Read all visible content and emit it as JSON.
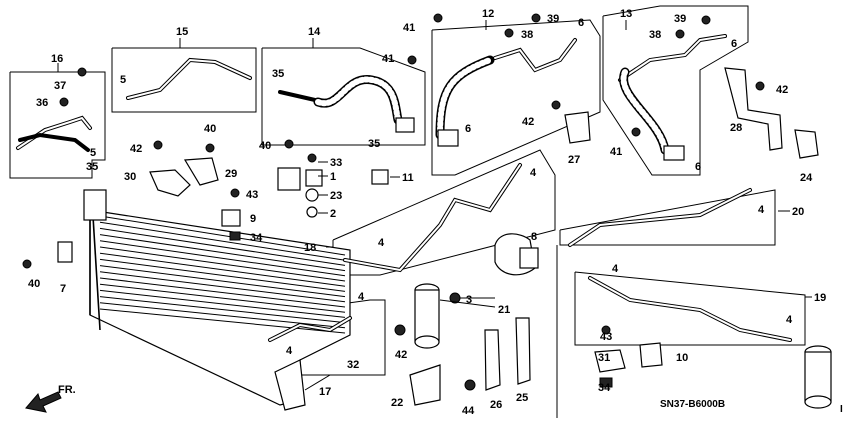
{
  "diagram": {
    "part_code": "SN37-B6000B",
    "direction_label": "FR.",
    "callouts": {
      "c1": "1",
      "c2": "2",
      "c3": "3",
      "c4a": "4",
      "c4b": "4",
      "c4c": "4",
      "c4d": "4",
      "c4e": "4",
      "c4f": "4",
      "c4g": "4",
      "c5a": "5",
      "c5b": "5",
      "c6a": "6",
      "c6b": "6",
      "c6c": "6",
      "c6d": "6",
      "c7": "7",
      "c8": "8",
      "c9": "9",
      "c10": "10",
      "c11": "11",
      "c12": "12",
      "c13": "13",
      "c14": "14",
      "c15": "15",
      "c16": "16",
      "c17": "17",
      "c18": "18",
      "c19": "19",
      "c20": "20",
      "c21": "21",
      "c22": "22",
      "c23": "23",
      "c24": "24",
      "c25": "25",
      "c26": "26",
      "c27": "27",
      "c28": "28",
      "c29": "29",
      "c30": "30",
      "c31": "31",
      "c32": "32",
      "c33": "33",
      "c34a": "34",
      "c34b": "34",
      "c35a": "35",
      "c35b": "35",
      "c35c": "35",
      "c36": "36",
      "c37": "37",
      "c38a": "38",
      "c38b": "38",
      "c39a": "39",
      "c39b": "39",
      "c40a": "40",
      "c40b": "40",
      "c40c": "40",
      "c41a": "41",
      "c41b": "41",
      "c41c": "41",
      "c42a": "42",
      "c42b": "42",
      "c42c": "42",
      "c42d": "42",
      "c43a": "43",
      "c43b": "43",
      "c44": "44"
    },
    "mark": "I"
  }
}
